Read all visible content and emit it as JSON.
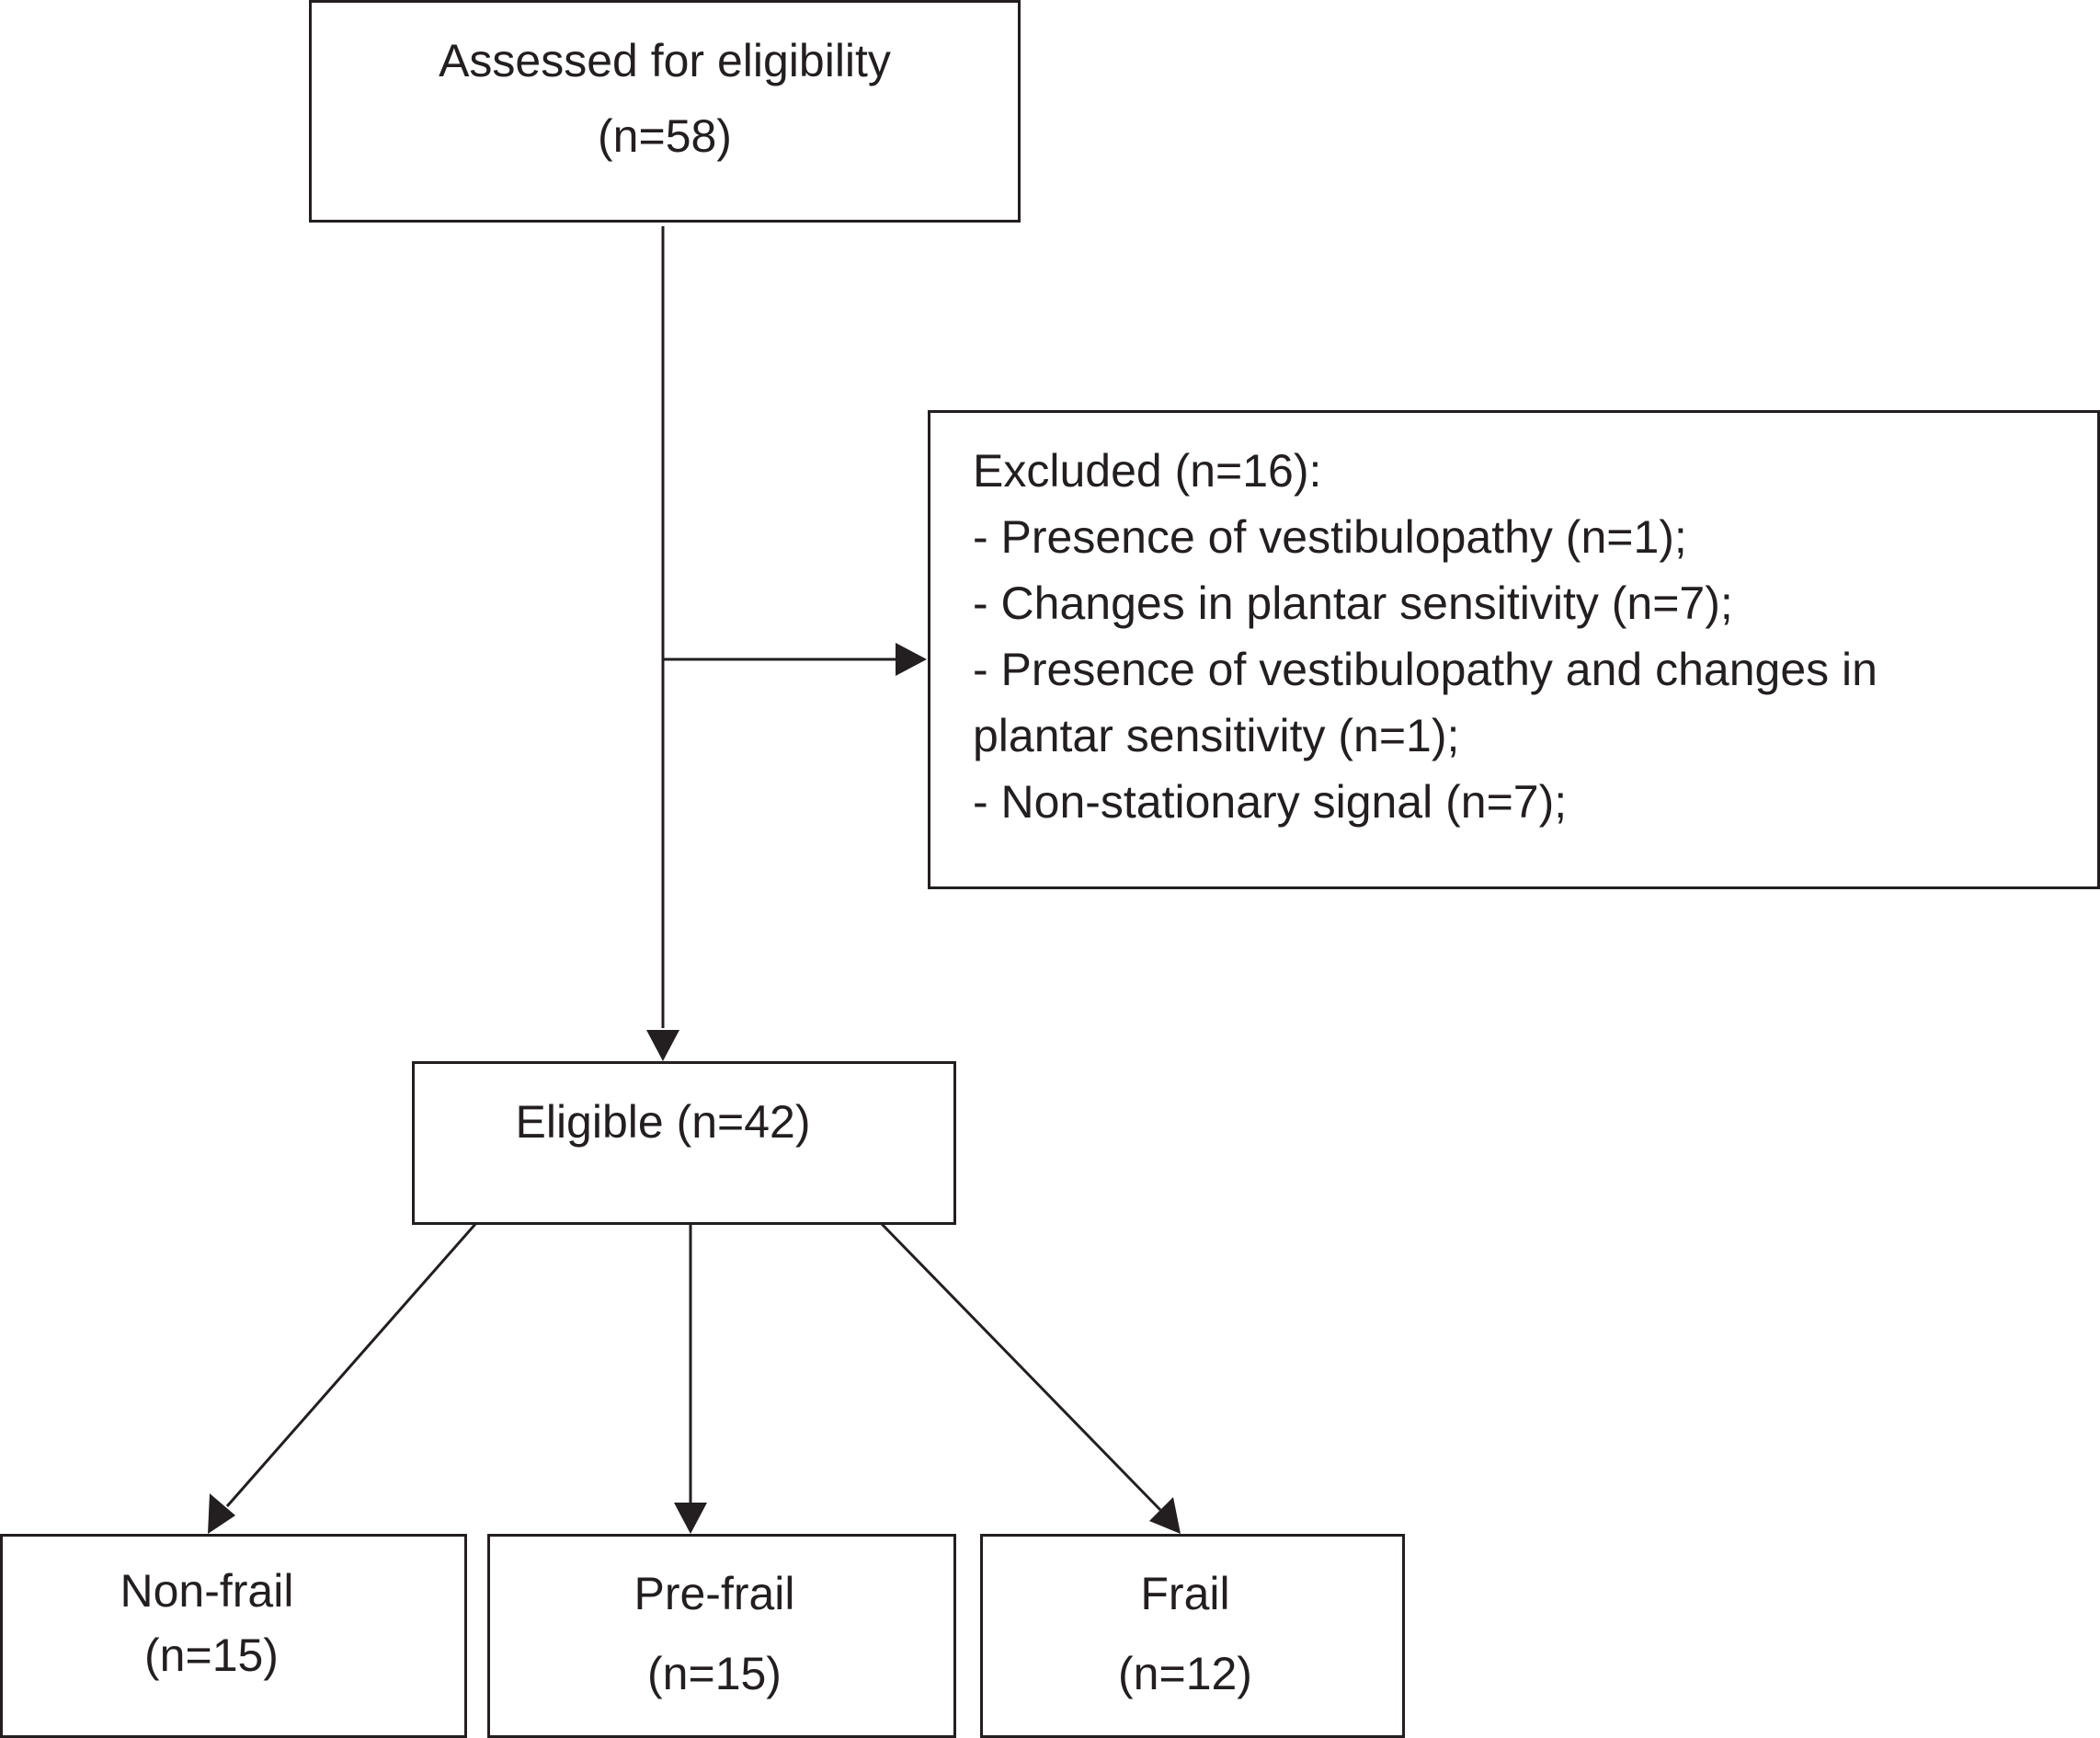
{
  "assessed": {
    "line1": "Assessed for eligibility",
    "line2": "(n=58)"
  },
  "excluded": {
    "title": "Excluded (n=16):",
    "lines": [
      "- Presence of vestibulopathy (n=1);",
      "- Changes in plantar sensitivity (n=7);",
      "- Presence of vestibulopathy and changes in",
      "plantar sensitivity (n=1);",
      "- Non-stationary signal (n=7);"
    ]
  },
  "eligible": {
    "label": "Eligible (n=42)"
  },
  "groups": [
    {
      "label": "Non-frail",
      "count": "(n=15)"
    },
    {
      "label": "Pre-frail",
      "count": "(n=15)"
    },
    {
      "label": "Frail",
      "count": "(n=12)"
    }
  ],
  "colors": {
    "stroke": "#231f20",
    "background": "#ffffff"
  }
}
